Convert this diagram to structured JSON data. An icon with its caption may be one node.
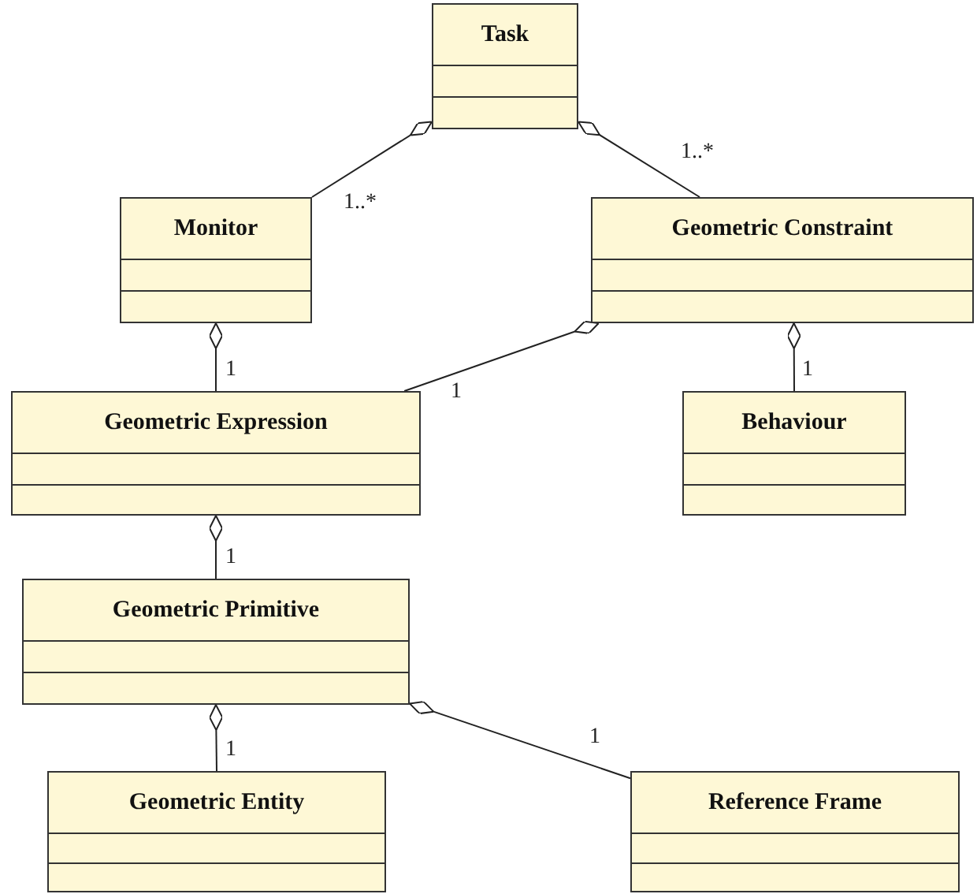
{
  "diagram": {
    "nodes": [
      {
        "text": [
          "Task"
        ]
      },
      {
        "text": [
          "Monitor"
        ]
      },
      {
        "text": [
          "Geometric Constraint"
        ]
      },
      {
        "text": [
          "Geometric Expression"
        ]
      },
      {
        "text": [
          "Behaviour"
        ]
      },
      {
        "text": [
          "Geometric Primitive"
        ]
      },
      {
        "text": [
          "Geometric Entity"
        ]
      },
      {
        "text": [
          "Reference Frame"
        ]
      }
    ],
    "edges": [
      {
        "from": 0,
        "to": 1,
        "arrow": "other",
        "label": "1..*"
      },
      {
        "from": 0,
        "to": 2,
        "arrow": "other",
        "label": "1..*"
      },
      {
        "from": 1,
        "to": 3,
        "arrow": "other",
        "label": "1"
      },
      {
        "from": 2,
        "to": 3,
        "arrow": "other",
        "label": "1"
      },
      {
        "from": 2,
        "to": 4,
        "arrow": "other",
        "label": "1"
      },
      {
        "from": 3,
        "to": 5,
        "arrow": "other",
        "label": "1"
      },
      {
        "from": 5,
        "to": 6,
        "arrow": "other",
        "label": "1"
      },
      {
        "from": 5,
        "to": 7,
        "arrow": "other",
        "label": "1"
      }
    ]
  }
}
